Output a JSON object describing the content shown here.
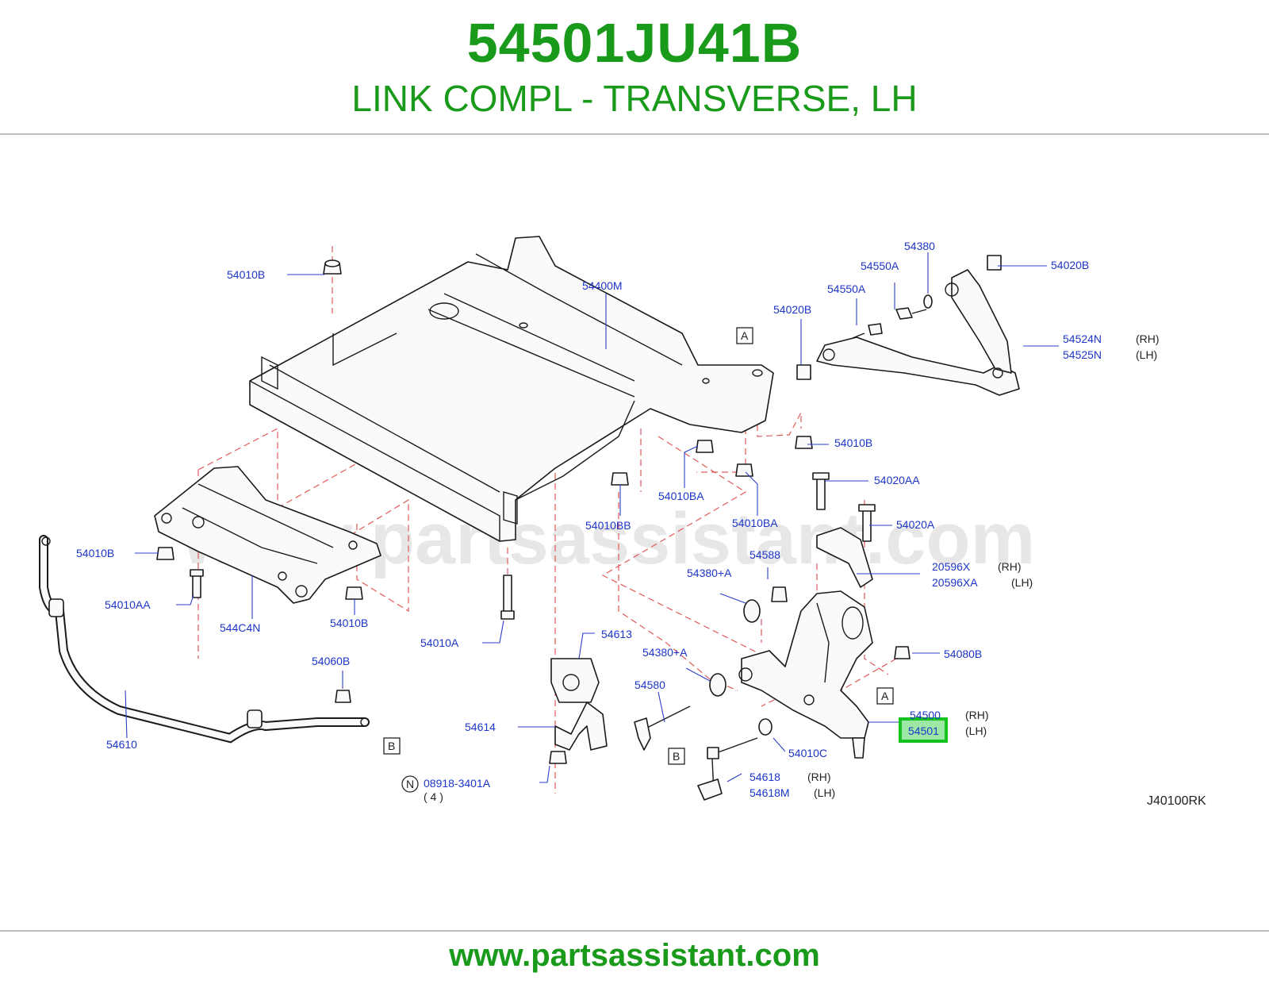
{
  "header": {
    "part_number": "54501JU41B",
    "description": "LINK COMPL - TRANSVERSE, LH"
  },
  "watermark": "www.partsassistant.com",
  "footer_url": "www.partsassistant.com",
  "diagram_code": "J40100RK",
  "highlighted_part": "54501",
  "labels": {
    "l54010B_a": "54010B",
    "l54400M": "54400M",
    "l54380": "54380",
    "l54550A_a": "54550A",
    "l54550A_b": "54550A",
    "l54020B_a": "54020B",
    "l54020B_b": "54020B",
    "l54524N": "54524N",
    "l54525N": "54525N",
    "l54010B_b": "54010B",
    "l54010BA_a": "54010BA",
    "l54010BA_b": "54010BA",
    "l54020AA": "54020AA",
    "l54020A": "54020A",
    "l54010BB": "54010BB",
    "l54010B_c": "54010B",
    "l54010AA": "54010AA",
    "l544C4N": "544C4N",
    "l54010B_d": "54010B",
    "l54010A": "54010A",
    "l54588": "54588",
    "l54380A_a": "54380+A",
    "l20596X": "20596X",
    "l20596XA": "20596XA",
    "l54613": "54613",
    "l54380A_b": "54380+A",
    "l54080B": "54080B",
    "l54060B": "54060B",
    "l54610": "54610",
    "l54580": "54580",
    "l54614": "54614",
    "l54500": "54500",
    "l54501": "54501",
    "l54010C": "54010C",
    "l54618": "54618",
    "l54618M": "54618M",
    "l08918": "08918-3401A",
    "l08918_qty": "( 4 )",
    "n_symbol": "N"
  },
  "side_tags": {
    "rh_a": "(RH)",
    "lh_a": "(LH)",
    "rh_b": "(RH)",
    "lh_b": "(LH)",
    "rh_c": "(RH)",
    "lh_c": "(LH)",
    "rh_d": "(RH)",
    "lh_d": "(LH)"
  },
  "ref_boxes": {
    "a_top": "A",
    "a_bottom": "A",
    "b_left": "B",
    "b_right": "B"
  }
}
